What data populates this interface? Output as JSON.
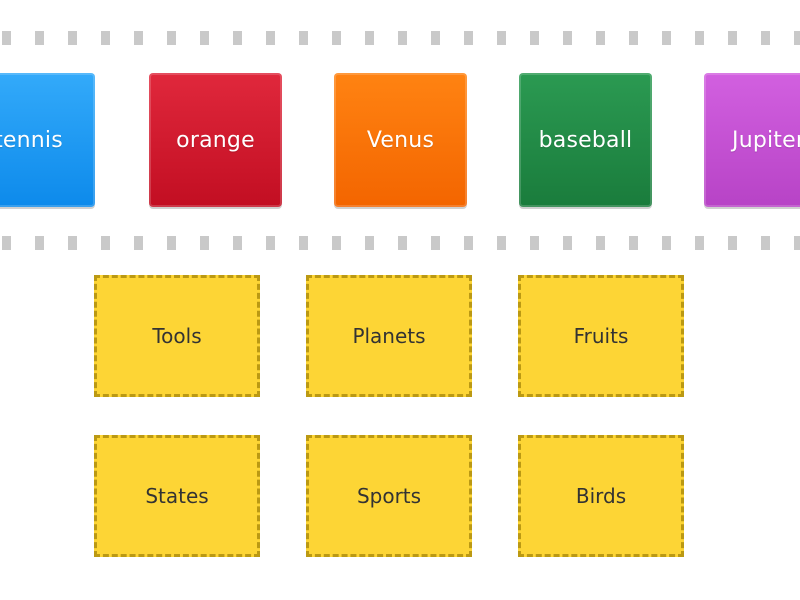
{
  "cards": [
    {
      "label": "tennis",
      "top_color": "#33aafa",
      "bottom_color": "#0d8aeb"
    },
    {
      "label": "orange",
      "top_color": "#e0283c",
      "bottom_color": "#c20e22"
    },
    {
      "label": "Venus",
      "top_color": "#ff8312",
      "bottom_color": "#f36500"
    },
    {
      "label": "baseball",
      "top_color": "#2b9a52",
      "bottom_color": "#1a7c3c"
    },
    {
      "label": "Jupiter",
      "top_color": "#d260e0",
      "bottom_color": "#b743c6"
    }
  ],
  "targets": [
    {
      "label": "Tools"
    },
    {
      "label": "Planets"
    },
    {
      "label": "Fruits"
    },
    {
      "label": "States"
    },
    {
      "label": "Sports"
    },
    {
      "label": "Birds"
    }
  ],
  "colors": {
    "target_fill": "#fdd535",
    "target_border": "#bb9913",
    "rail": "#c9c9c9"
  }
}
